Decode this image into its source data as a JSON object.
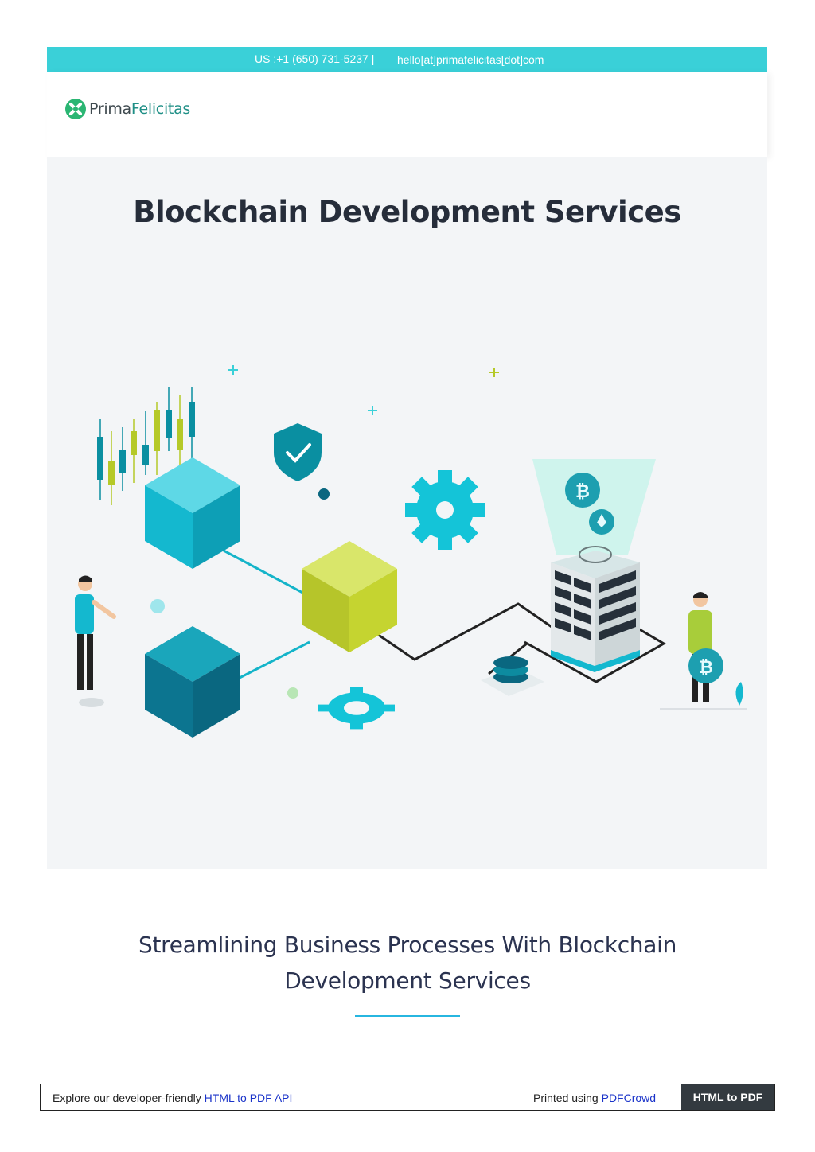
{
  "contact": {
    "phone": "US :+1 (650) 731-5237 |",
    "email": "hello[at]primafelicitas[dot]com"
  },
  "logo": {
    "icon": "primafelicitas-logo-icon",
    "part1": "Prima",
    "part2": "Felicitas"
  },
  "hero": {
    "title": "Blockchain Development Services",
    "illustration": "blockchain-isometric-illustration"
  },
  "section": {
    "title_line1": "Streamlining Business Processes With Blockchain",
    "title_line2": "Development Services"
  },
  "footer": {
    "explore_text": "Explore our developer-friendly",
    "api_link": "HTML to PDF API",
    "printed_text": "Printed using",
    "pdfcrowd_link": "PDFCrowd",
    "button": "HTML to PDF"
  },
  "colors": {
    "topbar": "#3ad0d8",
    "title": "#262d3a",
    "accent": "#27b6e0",
    "link": "#1a33c9",
    "footer_button": "#333a40"
  }
}
